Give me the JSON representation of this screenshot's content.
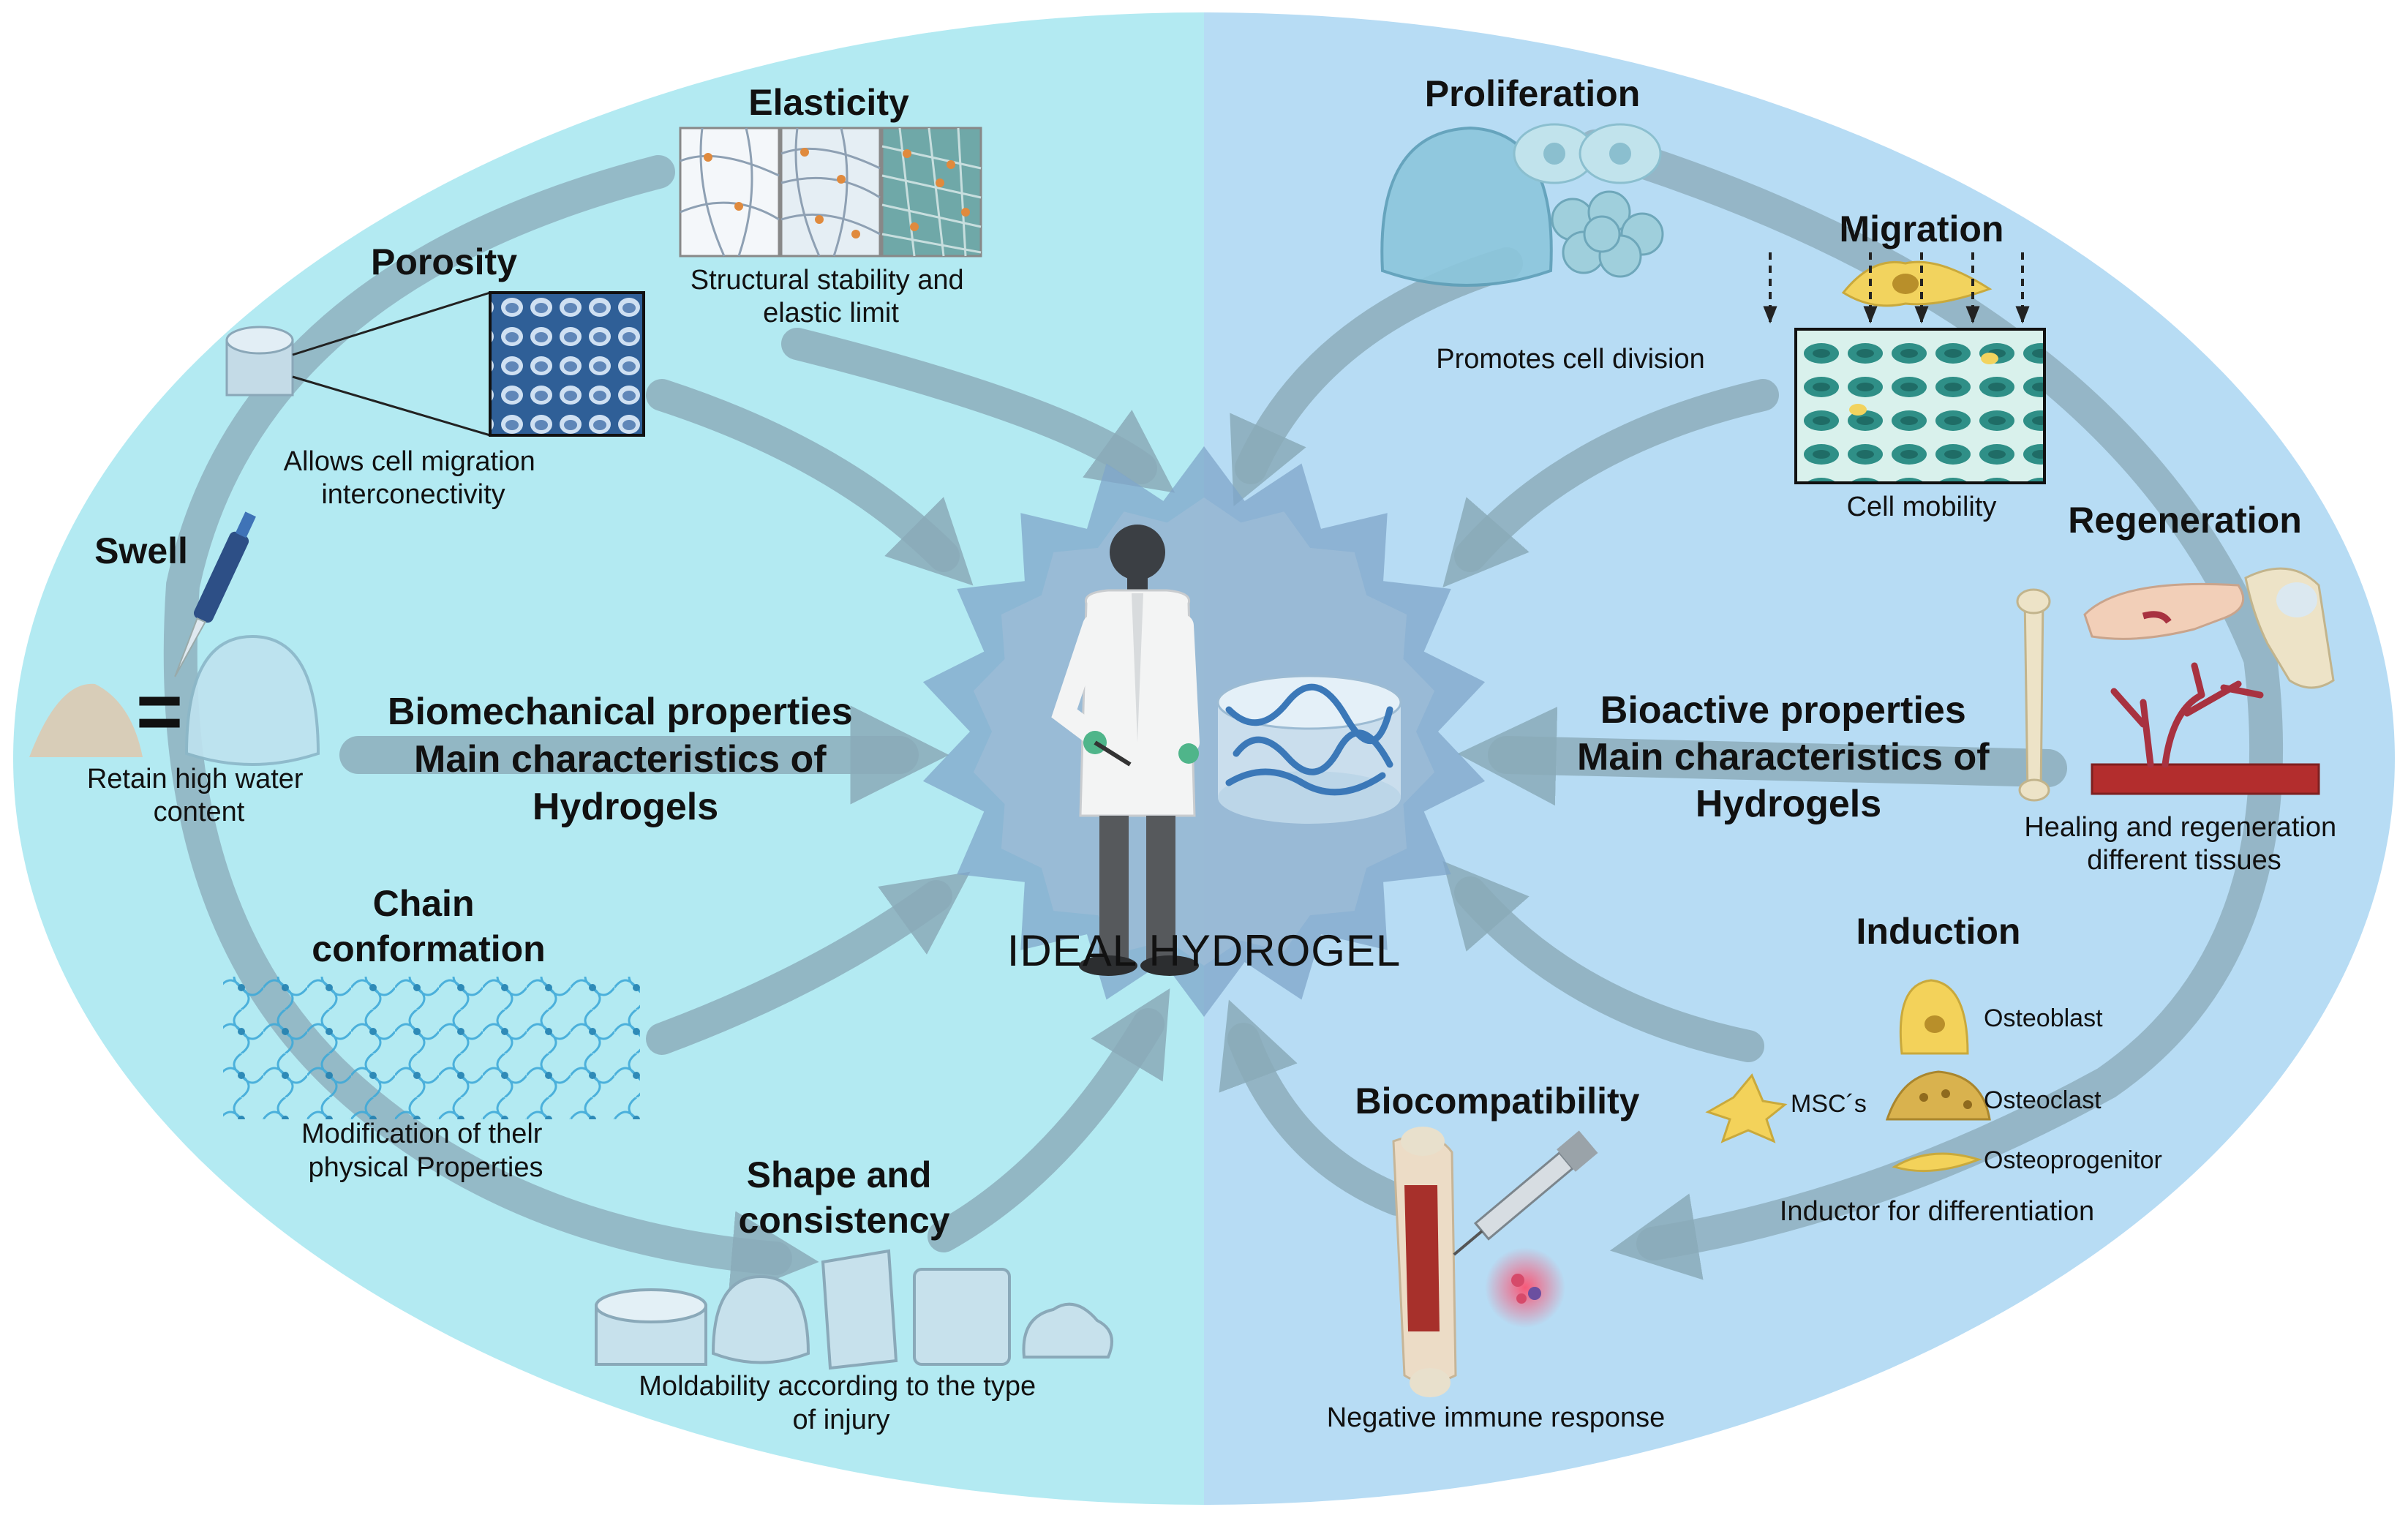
{
  "center": {
    "title": "IDEAL HYDROGEL"
  },
  "left": {
    "heading": [
      "Biomechanical properties",
      "Main characteristics of",
      "Hydrogels"
    ],
    "elasticity": {
      "title": "Elasticity",
      "caption": [
        "Structural stability and",
        "elastic limit"
      ]
    },
    "porosity": {
      "title": "Porosity",
      "caption": [
        "Allows cell migration",
        "interconectivity"
      ]
    },
    "swell": {
      "title": "Swell",
      "symbol": "=",
      "caption": [
        "Retain high water",
        "content"
      ]
    },
    "chain": {
      "title": [
        "Chain",
        "conformation"
      ],
      "caption": [
        "Modification of thelr",
        "physical Properties"
      ]
    },
    "shape": {
      "title": [
        "Shape and",
        "consistency"
      ],
      "caption": [
        "Moldability according to the type",
        "of injury"
      ]
    }
  },
  "right": {
    "heading": [
      "Bioactive properties",
      "Main characteristics of",
      "Hydrogels"
    ],
    "proliferation": {
      "title": "Proliferation",
      "caption": "Promotes cell division"
    },
    "migration": {
      "title": "Migration",
      "caption": "Cell mobility"
    },
    "regeneration": {
      "title": "Regeneration",
      "caption": [
        "Healing and regeneration",
        "different tissues"
      ]
    },
    "induction": {
      "title": "Induction",
      "msc": "MSC´s",
      "osteoblast": "Osteoblast",
      "osteoclast": "Osteoclast",
      "osteoprogenitor": "Osteoprogenitor",
      "caption": "Inductor for differentiation"
    },
    "biocompatibility": {
      "title": "Biocompatibility",
      "caption": "Negative immune response"
    }
  },
  "colors": {
    "left_bg": "#b3eaf2",
    "right_bg": "#b7dcf4",
    "arrow": "#8aaab8",
    "star_outer": "#7fa6c9",
    "star_inner": "#9cbcd6"
  }
}
